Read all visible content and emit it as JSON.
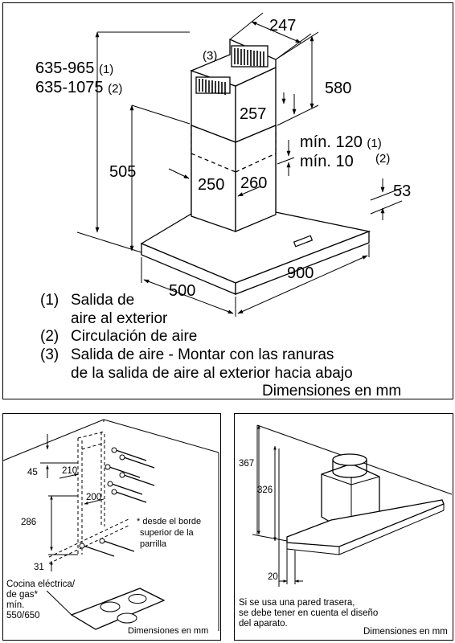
{
  "main": {
    "dims": {
      "height_range_1": "635-965",
      "height_range_2": "635-1075",
      "ref_1": "(1)",
      "ref_2": "(2)",
      "ref_3": "(3)",
      "chimney_width": "247",
      "chimney_upper_height": "580",
      "chimney_depth": "257",
      "min_1": "mín. 120",
      "min_1_ref": "(1)",
      "min_2": "mín. 10",
      "min_2_ref": "(2)",
      "thickness": "53",
      "chimney_lower_height": "505",
      "lower_width": "250",
      "lower_depth": "260",
      "hood_depth": "500",
      "hood_width": "900"
    },
    "legend": {
      "item1_num": "(1)",
      "item1_line1": "Salida de",
      "item1_line2": "aire al exterior",
      "item2_num": "(2)",
      "item2_text": "Circulación de aire",
      "item3_num": "(3)",
      "item3_line1": "Salida de aire - Montar con las ranuras",
      "item3_line2": "de la salida de aire al exterior hacia abajo",
      "units": "Dimensiones en mm"
    }
  },
  "install": {
    "dims": {
      "d45": "45",
      "d210": "210",
      "d200": "200",
      "d286": "286",
      "d31": "31"
    },
    "note_line1": "* desde el borde",
    "note_line2": "superior de la",
    "note_line3": "parrilla",
    "cooktop_line1": "Cocina eléctrica/",
    "cooktop_line2": "de gas*",
    "cooktop_line3": "mín.",
    "cooktop_line4": "550/650",
    "units": "Dimensiones en mm"
  },
  "wall": {
    "dims": {
      "d367": "367",
      "d326": "326",
      "d20": "20"
    },
    "note_line1": "Si se usa una pared trasera,",
    "note_line2": "se debe tener en cuenta el diseño",
    "note_line3": "del aparato.",
    "units": "Dimensiones en mm"
  }
}
